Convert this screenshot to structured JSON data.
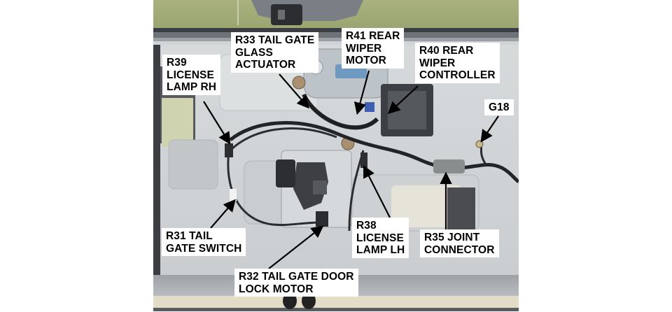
{
  "figure": {
    "subject": "Tail gate interior panel with component locations",
    "callouts": [
      {
        "id": "R39",
        "text": "R39\nLICENSE\nLAMP RH",
        "component": "License lamp RH"
      },
      {
        "id": "R33",
        "text": "R33 TAIL GATE\nGLASS\nACTUATOR",
        "component": "Tail gate glass actuator"
      },
      {
        "id": "R41",
        "text": "R41 REAR\nWIPER\nMOTOR",
        "component": "Rear wiper motor"
      },
      {
        "id": "R40",
        "text": "R40 REAR\nWIPER\nCONTROLLER",
        "component": "Rear wiper controller"
      },
      {
        "id": "G18",
        "text": "G18",
        "component": "Ground G18"
      },
      {
        "id": "R31",
        "text": "R31 TAIL\nGATE SWITCH",
        "component": "Tail gate switch"
      },
      {
        "id": "R32",
        "text": "R32 TAIL GATE DOOR\nLOCK MOTOR",
        "component": "Tail gate door lock motor"
      },
      {
        "id": "R38",
        "text": "R38\nLICENSE\nLAMP LH",
        "component": "License lamp LH"
      },
      {
        "id": "R35",
        "text": "R35 JOINT\nCONNECTOR",
        "component": "Joint connector"
      }
    ]
  },
  "colors": {
    "background": "#ffffff",
    "panel": "#d4d8da",
    "glass": "#a7b07c",
    "label_bg": "#ffffff",
    "label_text": "#000000",
    "arrow": "#000000"
  }
}
